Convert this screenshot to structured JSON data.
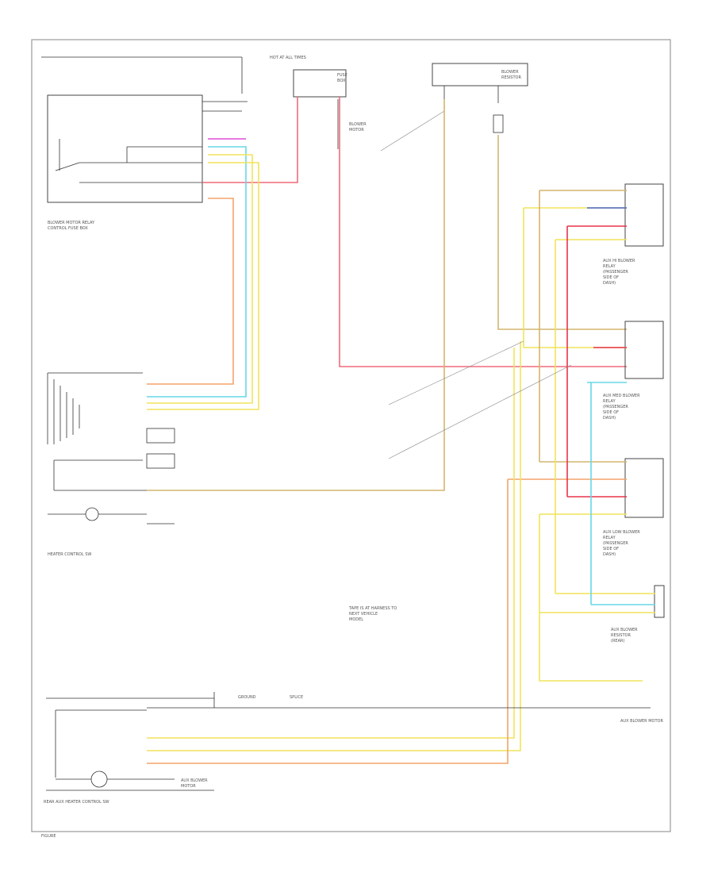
{
  "colors": {
    "pink_red": "#ef6a7a",
    "red": "#e8334a",
    "orange": "#f4a36a",
    "cyan": "#66d9e6",
    "yellow": "#f0e45a",
    "tan": "#d3b56e",
    "blue": "#4a63c9",
    "magenta": "#e04ad6",
    "black": "#333333"
  },
  "labels": {
    "blower_relay_left": [
      "BLOWER MOTOR RELAY",
      "CONTROL FUSE BOX"
    ],
    "heater_ctrl": "HEATER CONTROL SW",
    "rear_ctrl": "REAR AUX HEATER CONTROL SW",
    "motor_1": [
      "BLOWER",
      "MOTOR"
    ],
    "motor_2": [
      "AUX BLOWER",
      "MOTOR"
    ],
    "aux_relay_1": [
      "AUX HI BLOWER",
      "RELAY",
      "(PASSENGER",
      "SIDE OF",
      "DASH)"
    ],
    "aux_relay_2": [
      "AUX MED BLOWER",
      "RELAY",
      "(PASSENGER",
      "SIDE OF",
      "DASH)"
    ],
    "aux_relay_3": [
      "AUX LOW BLOWER",
      "RELAY",
      "(PASSENGER",
      "SIDE OF",
      "DASH)"
    ],
    "aux_relay_4": [
      "AUX BLOWER",
      "RESISTOR",
      "(REAR)"
    ],
    "aux_blower_motor": "AUX BLOWER MOTOR",
    "center_note": [
      "TAPE IS AT HARNESS TO",
      "NEXT VEHICLE",
      "MODEL"
    ],
    "resistor": [
      "BLOWER",
      "RESISTOR"
    ],
    "fuse_top": [
      "FUSE",
      "BOX"
    ],
    "hot_at_all_times": "HOT AT ALL TIMES",
    "page_ref": "FIGURE"
  },
  "notes": {
    "note_1": "GROUND",
    "note_2": "SPLICE"
  }
}
